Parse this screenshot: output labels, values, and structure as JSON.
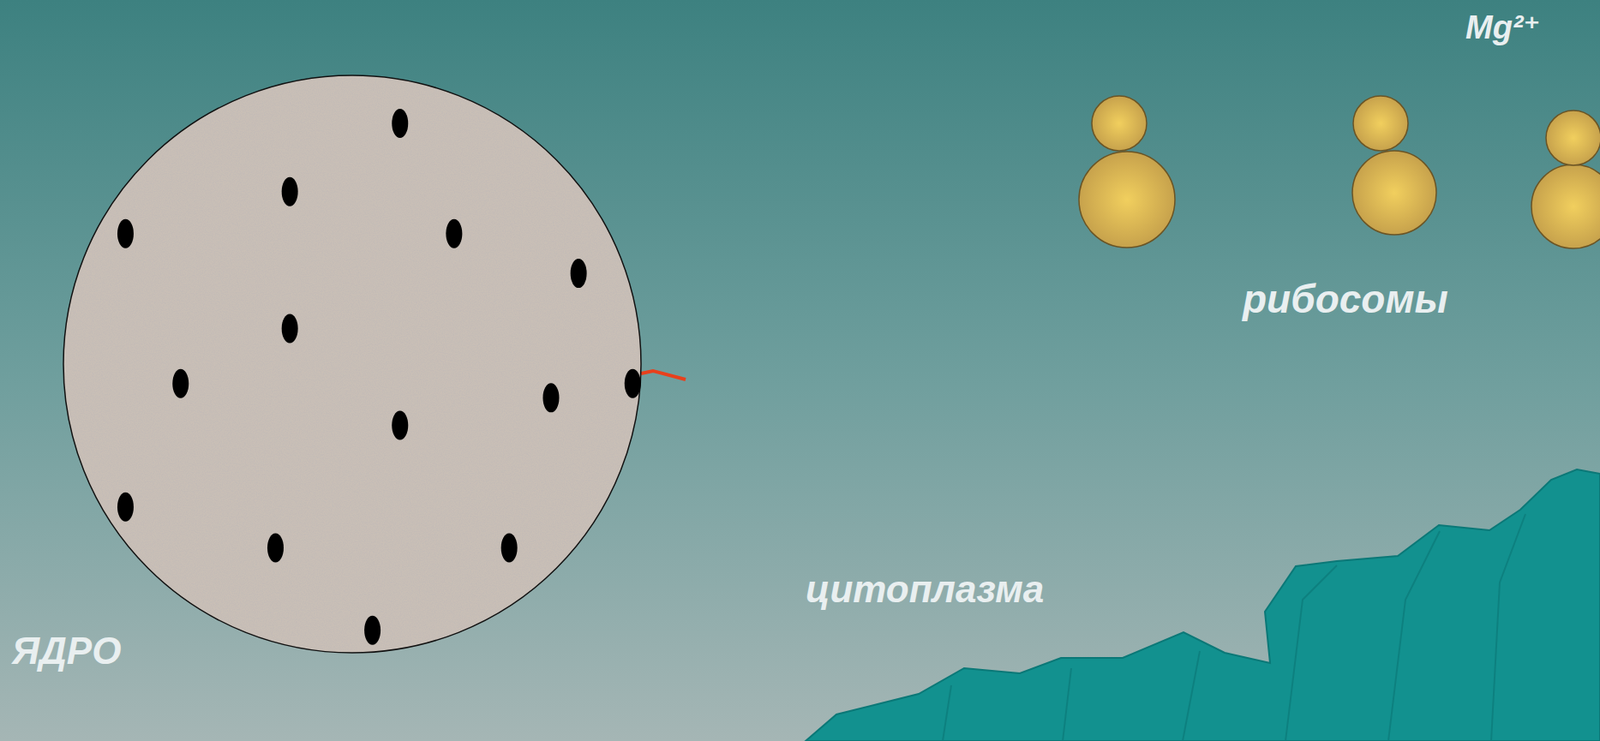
{
  "diagram": {
    "nodes": [
      {
        "text": [
          "ЯДРО"
        ]
      }
    ],
    "labels": [
      "Mg²⁺",
      "рибосомы",
      "цитоплазма"
    ]
  }
}
